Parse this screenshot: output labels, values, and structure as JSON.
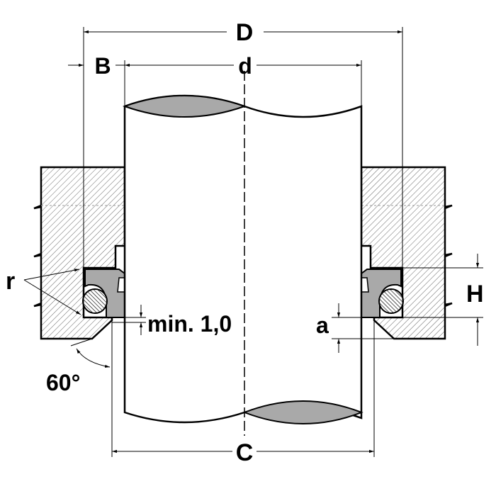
{
  "labels": {
    "D": "D",
    "B": "B",
    "d": "d",
    "r": "r",
    "min": "min. 1,0",
    "a": "a",
    "H": "H",
    "angle": "60°",
    "C": "C"
  },
  "colors": {
    "seal": "#a9a9a9",
    "line": "#000000",
    "hatch": "#555555"
  }
}
